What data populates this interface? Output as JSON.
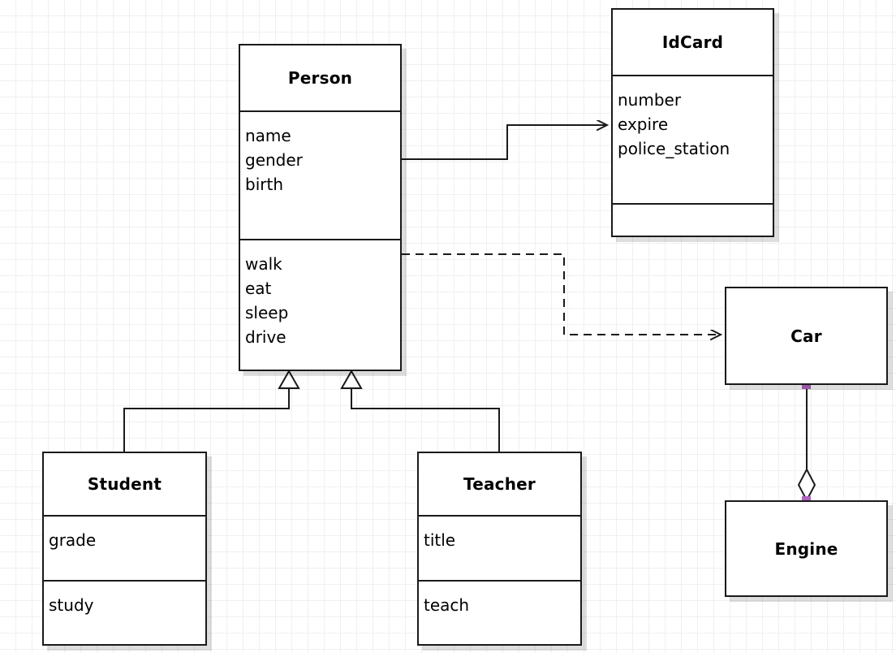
{
  "diagram": {
    "type": "uml-class-diagram",
    "background": "#ffffff",
    "grid_color": "#f0f0f0",
    "line_color": "#1a1a1a",
    "handle_color": "#b163c2"
  },
  "classes": {
    "person": {
      "name": "Person",
      "attributes": [
        "name",
        "gender",
        "birth"
      ],
      "operations": [
        "walk",
        "eat",
        "sleep",
        "drive"
      ]
    },
    "idcard": {
      "name": "IdCard",
      "attributes": [
        "number",
        "expire",
        "police_station"
      ],
      "operations": []
    },
    "car": {
      "name": "Car"
    },
    "engine": {
      "name": "Engine"
    },
    "student": {
      "name": "Student",
      "attributes": [
        "grade"
      ],
      "operations": [
        "study"
      ]
    },
    "teacher": {
      "name": "Teacher",
      "attributes": [
        "title"
      ],
      "operations": [
        "teach"
      ]
    }
  },
  "relations": [
    {
      "id": "person-idcard",
      "kind": "association",
      "from": "Person",
      "to": "IdCard",
      "style": "solid",
      "arrow": "open-arrow"
    },
    {
      "id": "person-car",
      "kind": "dependency",
      "from": "Person",
      "to": "Car",
      "style": "dashed",
      "arrow": "open-arrow"
    },
    {
      "id": "student-person",
      "kind": "generalization",
      "from": "Student",
      "to": "Person",
      "style": "solid",
      "arrow": "hollow-triangle"
    },
    {
      "id": "teacher-person",
      "kind": "generalization",
      "from": "Teacher",
      "to": "Person",
      "style": "solid",
      "arrow": "hollow-triangle"
    },
    {
      "id": "car-engine",
      "kind": "aggregation",
      "from": "Car",
      "to": "Engine",
      "style": "solid",
      "arrow": "hollow-diamond"
    }
  ]
}
